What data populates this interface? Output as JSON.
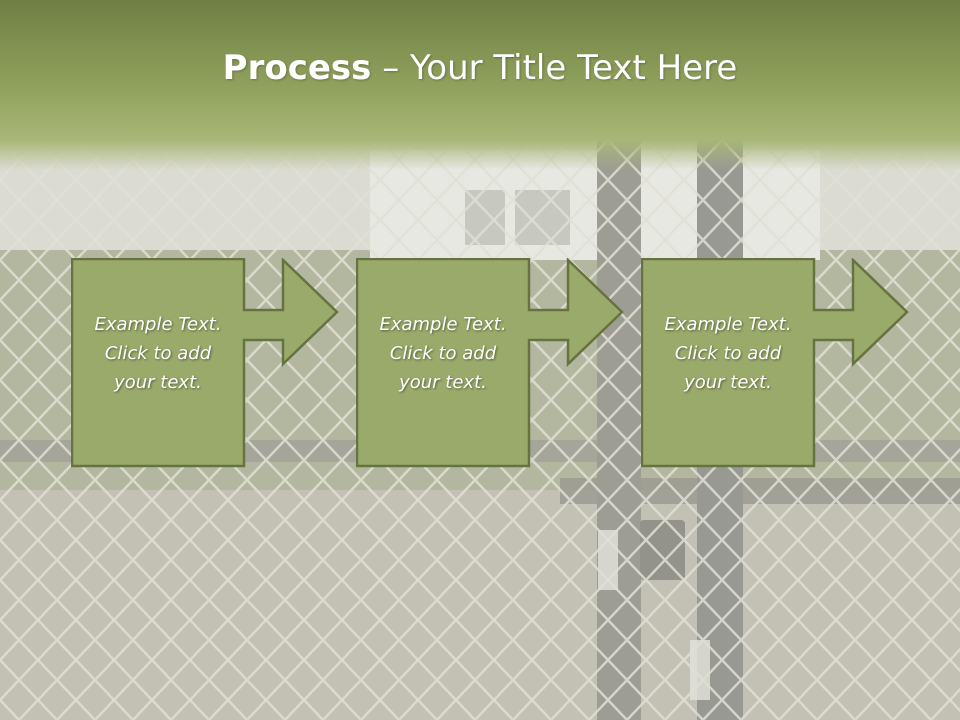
{
  "slide": {
    "title_bold": "Process",
    "title_separator": " – ",
    "title_rest": "Your Title Text Here",
    "steps": [
      {
        "text": "Example Text.\nClick  to add\nyour text."
      },
      {
        "text": "Example Text.\nClick  to add\nyour text."
      },
      {
        "text": "Example Text.\nClick  to add\nyour text."
      }
    ]
  },
  "colors": {
    "header": "#7d8e4b",
    "box_fill": "#9aaa6a",
    "box_border": "#667341",
    "photo_tint": "#c9c8bc"
  }
}
